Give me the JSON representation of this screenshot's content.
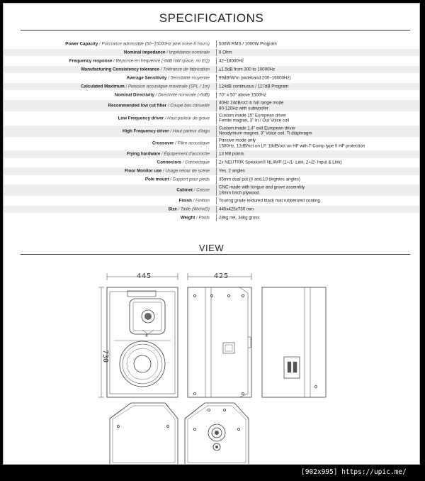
{
  "header": {
    "title": "SPECIFICATIONS"
  },
  "specs": [
    {
      "label": "Power Capacity",
      "label_fr": "Puissance admissible (50~15000Hz pink noise 8 hours)",
      "value": [
        "500W RMS / 1000W Program"
      ]
    },
    {
      "label": "Nominal impedance",
      "label_fr": "Impédance nominale",
      "value": [
        "8 Ohm"
      ]
    },
    {
      "label": "Frequency response",
      "label_fr": "Réponse en fréquence (-6dB half space, no EQ)",
      "value": [
        "42~18000Hz"
      ]
    },
    {
      "label": "Manufacturing Consistency tolerance",
      "label_fr": "Tolérance de fabrication",
      "value": [
        "±1.5dB from 300 to 10000Hz"
      ]
    },
    {
      "label": "Average Sensitivity",
      "label_fr": "Sensibilité moyenne",
      "value": [
        "99dB/W/m (wideband 200~16000Hz)"
      ]
    },
    {
      "label": "Calculated Maximum",
      "label_fr": "Pression acoustique maximale (SPL / 1m)",
      "value": [
        "124dB continuous / 127dB Program"
      ]
    },
    {
      "label": "Nominal Directivity",
      "label_fr": "Directivité nominale (-6dB)",
      "value": [
        "70° x 50° above 1500Hz"
      ]
    },
    {
      "label": "Recommended low cut filter",
      "label_fr": "Coupe bas conseillé",
      "value": [
        "40Hz 24dB/oct  in full range mode",
        "80-120Hz with subwoofer"
      ]
    },
    {
      "label": "Low Frequency driver",
      "label_fr": "Haut parleur de grave",
      "value": [
        "Custom made 15\" European driver",
        "Ferrite magnet, 3\" In / Out Voice coil"
      ]
    },
    {
      "label": "High Frequency driver",
      "label_fr": "Haut parleur d'aigu",
      "value": [
        "Custom made 1.4\" exit European driver",
        "Neodymium magnet, 3\" Voice coil, Ti diaphragm"
      ]
    },
    {
      "label": "Crossover",
      "label_fr": "Filtre acoustique",
      "value": [
        "Passive mode only",
        "1500Hz, 12dB/oct on LF, 18dB/oct on HF with T-Comp type II HF protection"
      ]
    },
    {
      "label": "Flying hardware",
      "label_fr": "Équipement d'accroche",
      "value": [
        "13 M8 points"
      ]
    },
    {
      "label": "Connectors",
      "label_fr": "Connectique",
      "value": [
        "2x NEUTRIK Speakon® NL4MP (1+/1- Link, 2+/2- Input & Link)"
      ]
    },
    {
      "label": "Floor Monitor use",
      "label_fr": "Usage retour de scène",
      "value": [
        "Yes, 2 angles"
      ]
    },
    {
      "label": "Pole mount",
      "label_fr": "Support pour pieds",
      "value": [
        "35mm dual pot  (0 and 10 degrees angles)"
      ]
    },
    {
      "label": "Cabinet",
      "label_fr": "Caisse",
      "value": [
        "CNC made with tongue and grove assembly",
        "18mm birch plywood"
      ]
    },
    {
      "label": "Finish",
      "label_fr": "Finition",
      "value": [
        "Touring grade textured black mat rubberized coating"
      ]
    },
    {
      "label": "Size",
      "label_fr": "Taille (WxHxD)",
      "value": [
        "445x425x730 mm"
      ]
    },
    {
      "label": "Weight",
      "label_fr": "Poids",
      "value": [
        "28kg net, 34kg gross"
      ]
    }
  ],
  "view": {
    "title": "VIEW",
    "dim_width": "445",
    "dim_depth": "425",
    "dim_height": "730"
  },
  "watermark": "[902x995] https://upic.me/"
}
